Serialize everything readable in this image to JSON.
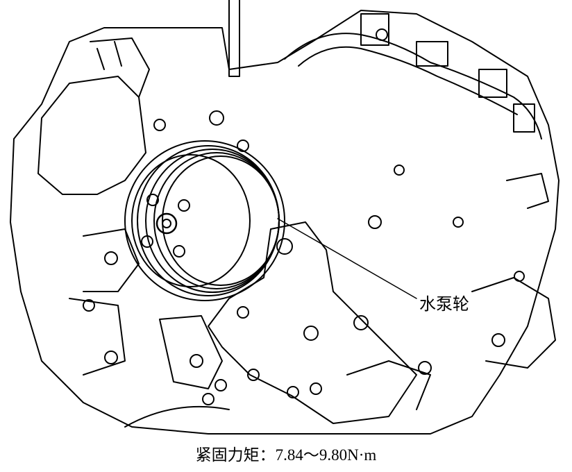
{
  "callout": {
    "label": "水泵轮"
  },
  "caption": {
    "label": "紧固力矩：",
    "value": "7.84～9.80N·m"
  }
}
